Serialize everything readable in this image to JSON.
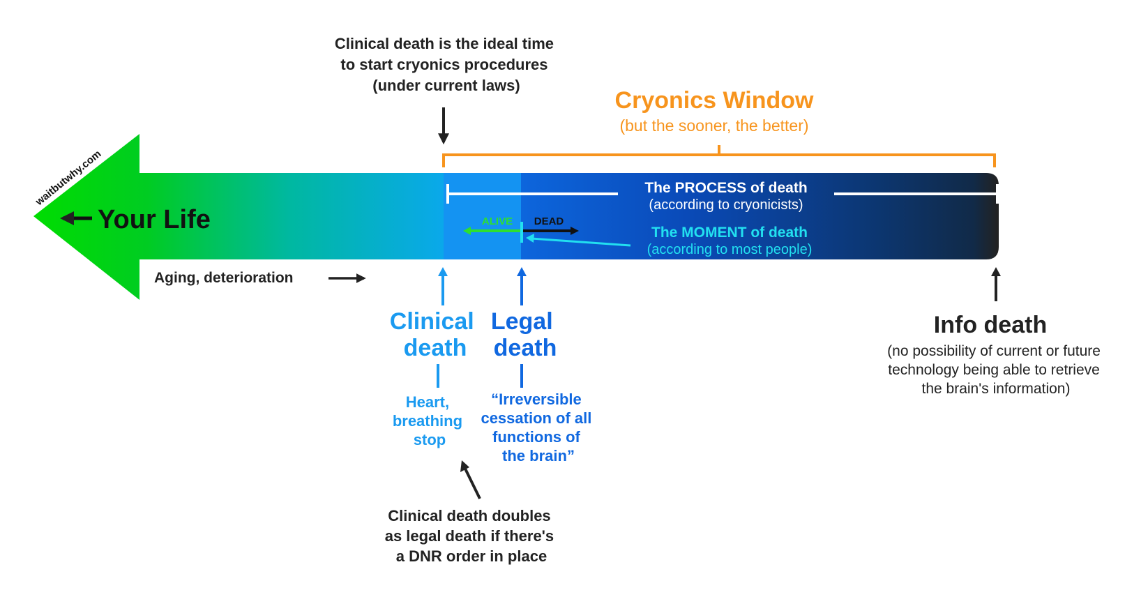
{
  "site": "waitbutwhy.com",
  "your_life": "Your Life",
  "aging": "Aging, deterioration",
  "top_note": [
    "Clinical death is the ideal time",
    "to start cryonics procedures",
    "(under current laws)"
  ],
  "cryonics_window": {
    "title": "Cryonics Window",
    "subtitle": "(but the sooner, the better)"
  },
  "process": {
    "title": "The PROCESS of death",
    "subtitle": "(according to cryonicists)"
  },
  "moment": {
    "title": "The MOMENT of death",
    "subtitle": "(according to most people)"
  },
  "alive": "ALIVE",
  "dead": "DEAD",
  "clinical_death": {
    "title": [
      "Clinical",
      "death"
    ],
    "desc": [
      "Heart,",
      "breathing",
      "stop"
    ]
  },
  "legal_death": {
    "title": [
      "Legal",
      "death"
    ],
    "desc": [
      "“Irreversible",
      "cessation of all",
      "functions of",
      "the brain”"
    ]
  },
  "dnr_note": [
    "Clinical death doubles",
    "as legal death if there's",
    "a DNR order in place"
  ],
  "info_death": {
    "title": "Info death",
    "desc": [
      "(no possibility of current or future",
      "technology being able to retrieve",
      "the brain's information)"
    ]
  },
  "colors": {
    "green": "#00cc00",
    "clinical_blue": "#1a9af0",
    "legal_blue": "#1068e0",
    "orange": "#f7941d",
    "cyan": "#22e0f0",
    "dark": "#222222"
  }
}
